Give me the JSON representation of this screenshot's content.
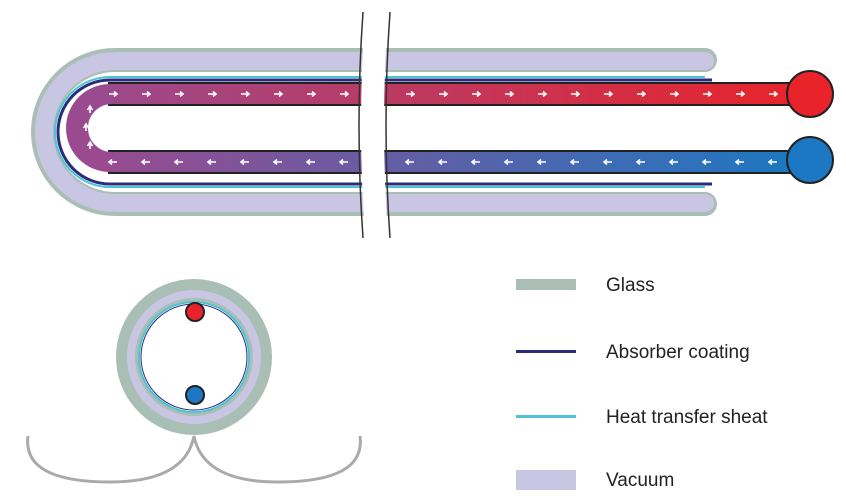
{
  "colors": {
    "glass": "#a9beb4",
    "vacuum": "#c8c6e2",
    "absorber": "#2b2c7a",
    "heat_sheath": "#4fc3d6",
    "hot": "#e8242a",
    "cold": "#1c78c2",
    "pipe_mid": "#9a4a8e",
    "reflector": "#aaaaaa"
  },
  "icons": {
    "hot_port": "red-circle",
    "cold_port": "blue-circle",
    "flow_arrow": "white-arrow"
  },
  "legend": [
    {
      "key": "glass",
      "label": "Glass"
    },
    {
      "key": "absorber",
      "label": "Absorber coating"
    },
    {
      "key": "heat_sheath",
      "label": "Heat transfer sheat"
    },
    {
      "key": "vacuum",
      "label": "Vacuum"
    }
  ]
}
